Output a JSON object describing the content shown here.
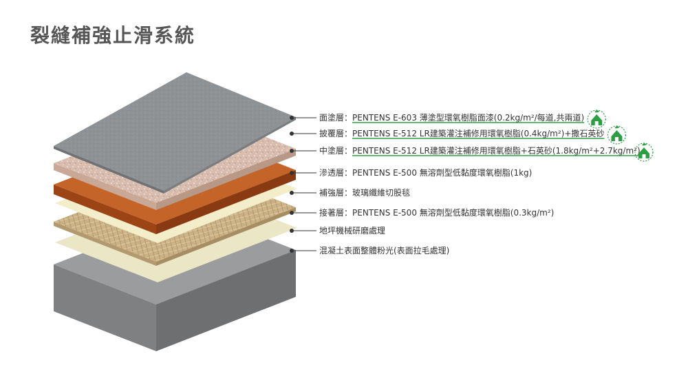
{
  "title": "裂縫補強止滑系統",
  "layers": [
    {
      "label": "面塗層：",
      "desc": "PENTENS E-603 薄塗型環氧樹脂面漆(0.2kg/m²/每道,共兩道)",
      "eco": true
    },
    {
      "label": "披覆層：",
      "desc": "PENTENS E-512 LR建築灌注補修用環氧樹脂(0.4kg/m²)+撒石英砂",
      "eco": true
    },
    {
      "label": "中塗層：",
      "desc": "PENTENS E-512 LR建築灌注補修用環氧樹脂+石英砂(1.8kg/m²+2.7kg/m²)",
      "eco": true
    },
    {
      "label": "滲透層：",
      "desc": "PENTENS E-500 無溶劑型低黏度環氧樹脂(1kg)",
      "eco": false
    },
    {
      "label": "補強層：",
      "desc": "玻璃纖維切股毯",
      "eco": false
    },
    {
      "label": "接著層：",
      "desc": "PENTENS E-500 無溶劑型低黏度環氧樹脂(0.3kg/m²)",
      "eco": false
    },
    {
      "label": "",
      "desc": "地坪機械研磨處理",
      "eco": false
    },
    {
      "label": "",
      "desc": "混凝土表面整體粉光(表面拉毛處理)",
      "eco": false
    }
  ],
  "colors": {
    "topcoat": "#8e9193",
    "broadcast": "#d7b8a8",
    "midcoat": "#b8551f",
    "penetrate": "#f3edc9",
    "fiber": "#cdb488",
    "primer": "#ece7c6",
    "concrete": "#8c8e90",
    "eco_green": "#2e9e45"
  }
}
